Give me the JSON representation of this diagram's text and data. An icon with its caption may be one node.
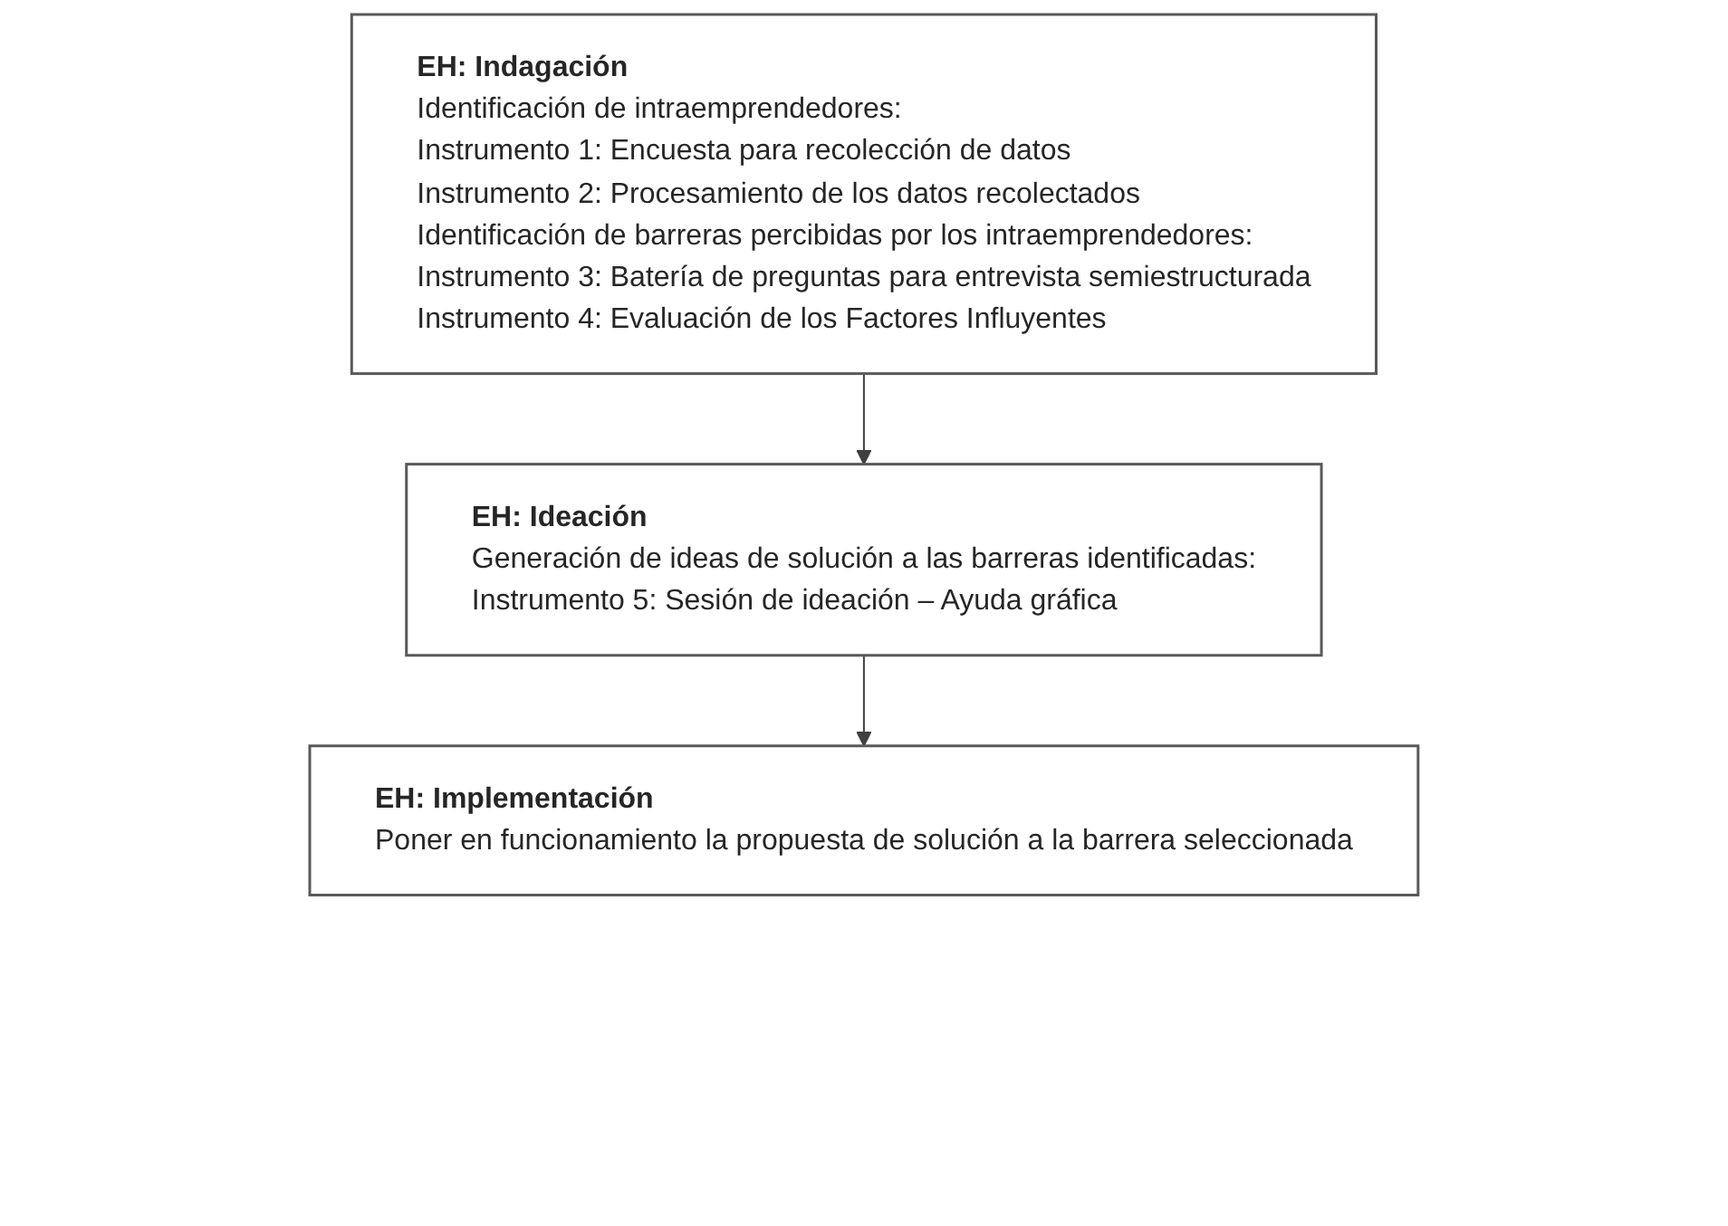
{
  "diagram": {
    "nodes": [
      {
        "text": [
          "EH: Indagación",
          "Identificación de intraemprendedores:",
          "Instrumento 1: Encuesta para recolección de datos",
          "Instrumento 2: Procesamiento de los datos recolectados",
          "Identificación de barreras percibidas por los intraemprendedores:",
          "Instrumento 3: Batería de preguntas para entrevista semiestructurada",
          "Instrumento 4: Evaluación de los Factores Influyentes"
        ]
      },
      {
        "text": [
          "EH: Ideación",
          "Generación de ideas de solución a las barreras identificadas:",
          "Instrumento 5: Sesión de ideación – Ayuda gráfica"
        ]
      },
      {
        "text": [
          "EH: Implementación",
          "Poner en funcionamiento la propuesta de solución a la barrera seleccionada"
        ]
      }
    ],
    "edges": [
      {
        "from": 0,
        "to": 1,
        "arrow": "to"
      },
      {
        "from": 1,
        "to": 2,
        "arrow": "to"
      }
    ]
  }
}
